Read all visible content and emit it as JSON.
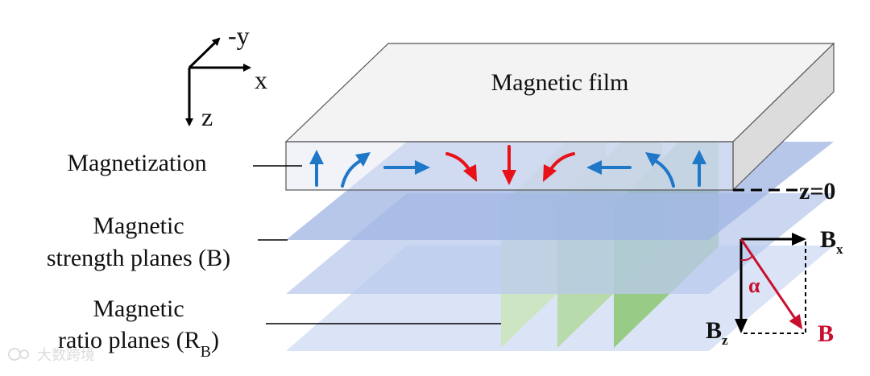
{
  "axes": {
    "neg_y": "-y",
    "x": "x",
    "z": "z"
  },
  "film": {
    "title": "Magnetic film"
  },
  "labels": {
    "magnetization": "Magnetization",
    "strength_line1": "Magnetic",
    "strength_line2": "strength planes (B)",
    "ratio_line1": "Magnetic",
    "ratio_line2_pre": "ratio planes (R",
    "ratio_line2_sub": "B",
    "ratio_line2_post": ")",
    "z_zero": "z=0"
  },
  "vector": {
    "bx": "B",
    "bx_sub": "x",
    "bz": "B",
    "bz_sub": "z",
    "b": "B",
    "alpha": "α"
  },
  "watermark": "大数跨境",
  "colors": {
    "blue_arrow": "#1f77c8",
    "red_arrow": "#e8111a",
    "plane_blue": "#8aa3da",
    "plane_green": "#a9d39a",
    "vector_red": "#c8102e"
  },
  "magnetization_arrows": [
    "up-blue",
    "up-right-curve-blue",
    "right-blue",
    "down-right-curve-red",
    "down-red",
    "down-left-curve-red",
    "left-blue",
    "up-left-curve-blue",
    "up-blue"
  ]
}
